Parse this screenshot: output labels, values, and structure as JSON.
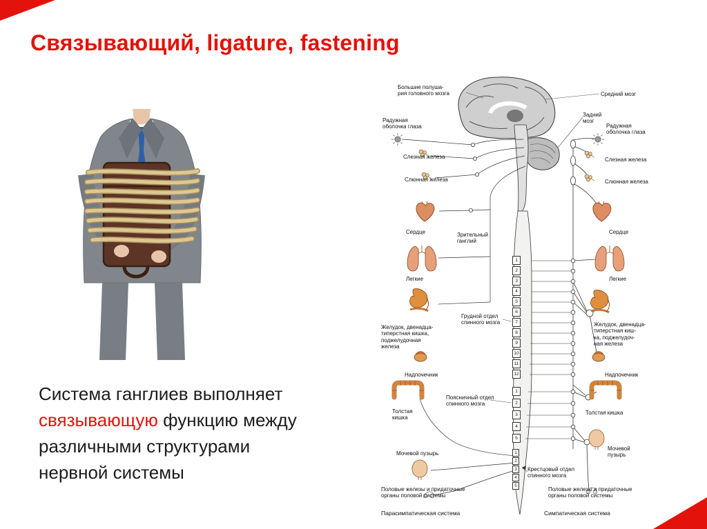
{
  "slide": {
    "title": "Связывающий, ligature, fastening",
    "body": {
      "line1": "Система ганглиев выполняет",
      "highlight": "связывающую",
      "line2_rest": "функцию между",
      "line3": "различными структурами",
      "line4": "нервной системы"
    }
  },
  "theme": {
    "accent": "#e3120b",
    "text": "#1c1c1c",
    "diagram-line": "#2b2b2b"
  },
  "diagram": {
    "labels": {
      "cerebrum": "Большие полуша-\nрия головного мозга",
      "midbrain": "Средний мозг",
      "hindbrain": "Задний\nмозг",
      "iris_left": "Радужная\nоболочка глаза",
      "iris_right": "Радужная\nоболочка глаза",
      "tear_left": "Слезная железа",
      "tear_right": "Слезная железа",
      "saliva_left": "Слюнная железа",
      "saliva_right": "Слюнная железа",
      "heart_left": "Сердце",
      "heart_right": "Сердце",
      "optic_ganglion": "Зрительный\nганглий",
      "lungs_left": "Легкие",
      "lungs_right": "Легкие",
      "stomach_left": "Желудок, двенадца-\nтиперстная кишка,\nподжелудочная\nжелеза",
      "stomach_right": "Желудок, двенадца-\nтиперстная киш-\nка, поджелудоч-\nная железа",
      "thoracic": "Грудной отдел\nспинного мозга",
      "adrenal_left": "Надпочечник",
      "adrenal_right": "Надпочечник",
      "colon_left": "Толстая\nкишка",
      "colon_right": "Толстая кишка",
      "lumbar": "Поясничный отдел\nспинного мозга",
      "bladder_left": "Мочевой пузырь",
      "bladder_right": "Мочевой\nпузырь",
      "sacral": "Крестцовый отдел\nспинного мозга",
      "genital_left": "Половые железы и придаточные\nорганы половой системы",
      "genital_right": "Половые железы и придаточные\nорганы половой системы",
      "parasympathetic": "Парасимпатическая система",
      "sympathetic": "Симпатическая система"
    },
    "spine": {
      "thoracic": [
        "1",
        "2",
        "3",
        "4",
        "5",
        "6",
        "7",
        "8",
        "9",
        "10",
        "11",
        "12"
      ],
      "lumbar": [
        "1",
        "2",
        "3",
        "4",
        "5"
      ],
      "sacral": [
        "1",
        "2",
        "3",
        "4",
        "5"
      ]
    }
  }
}
